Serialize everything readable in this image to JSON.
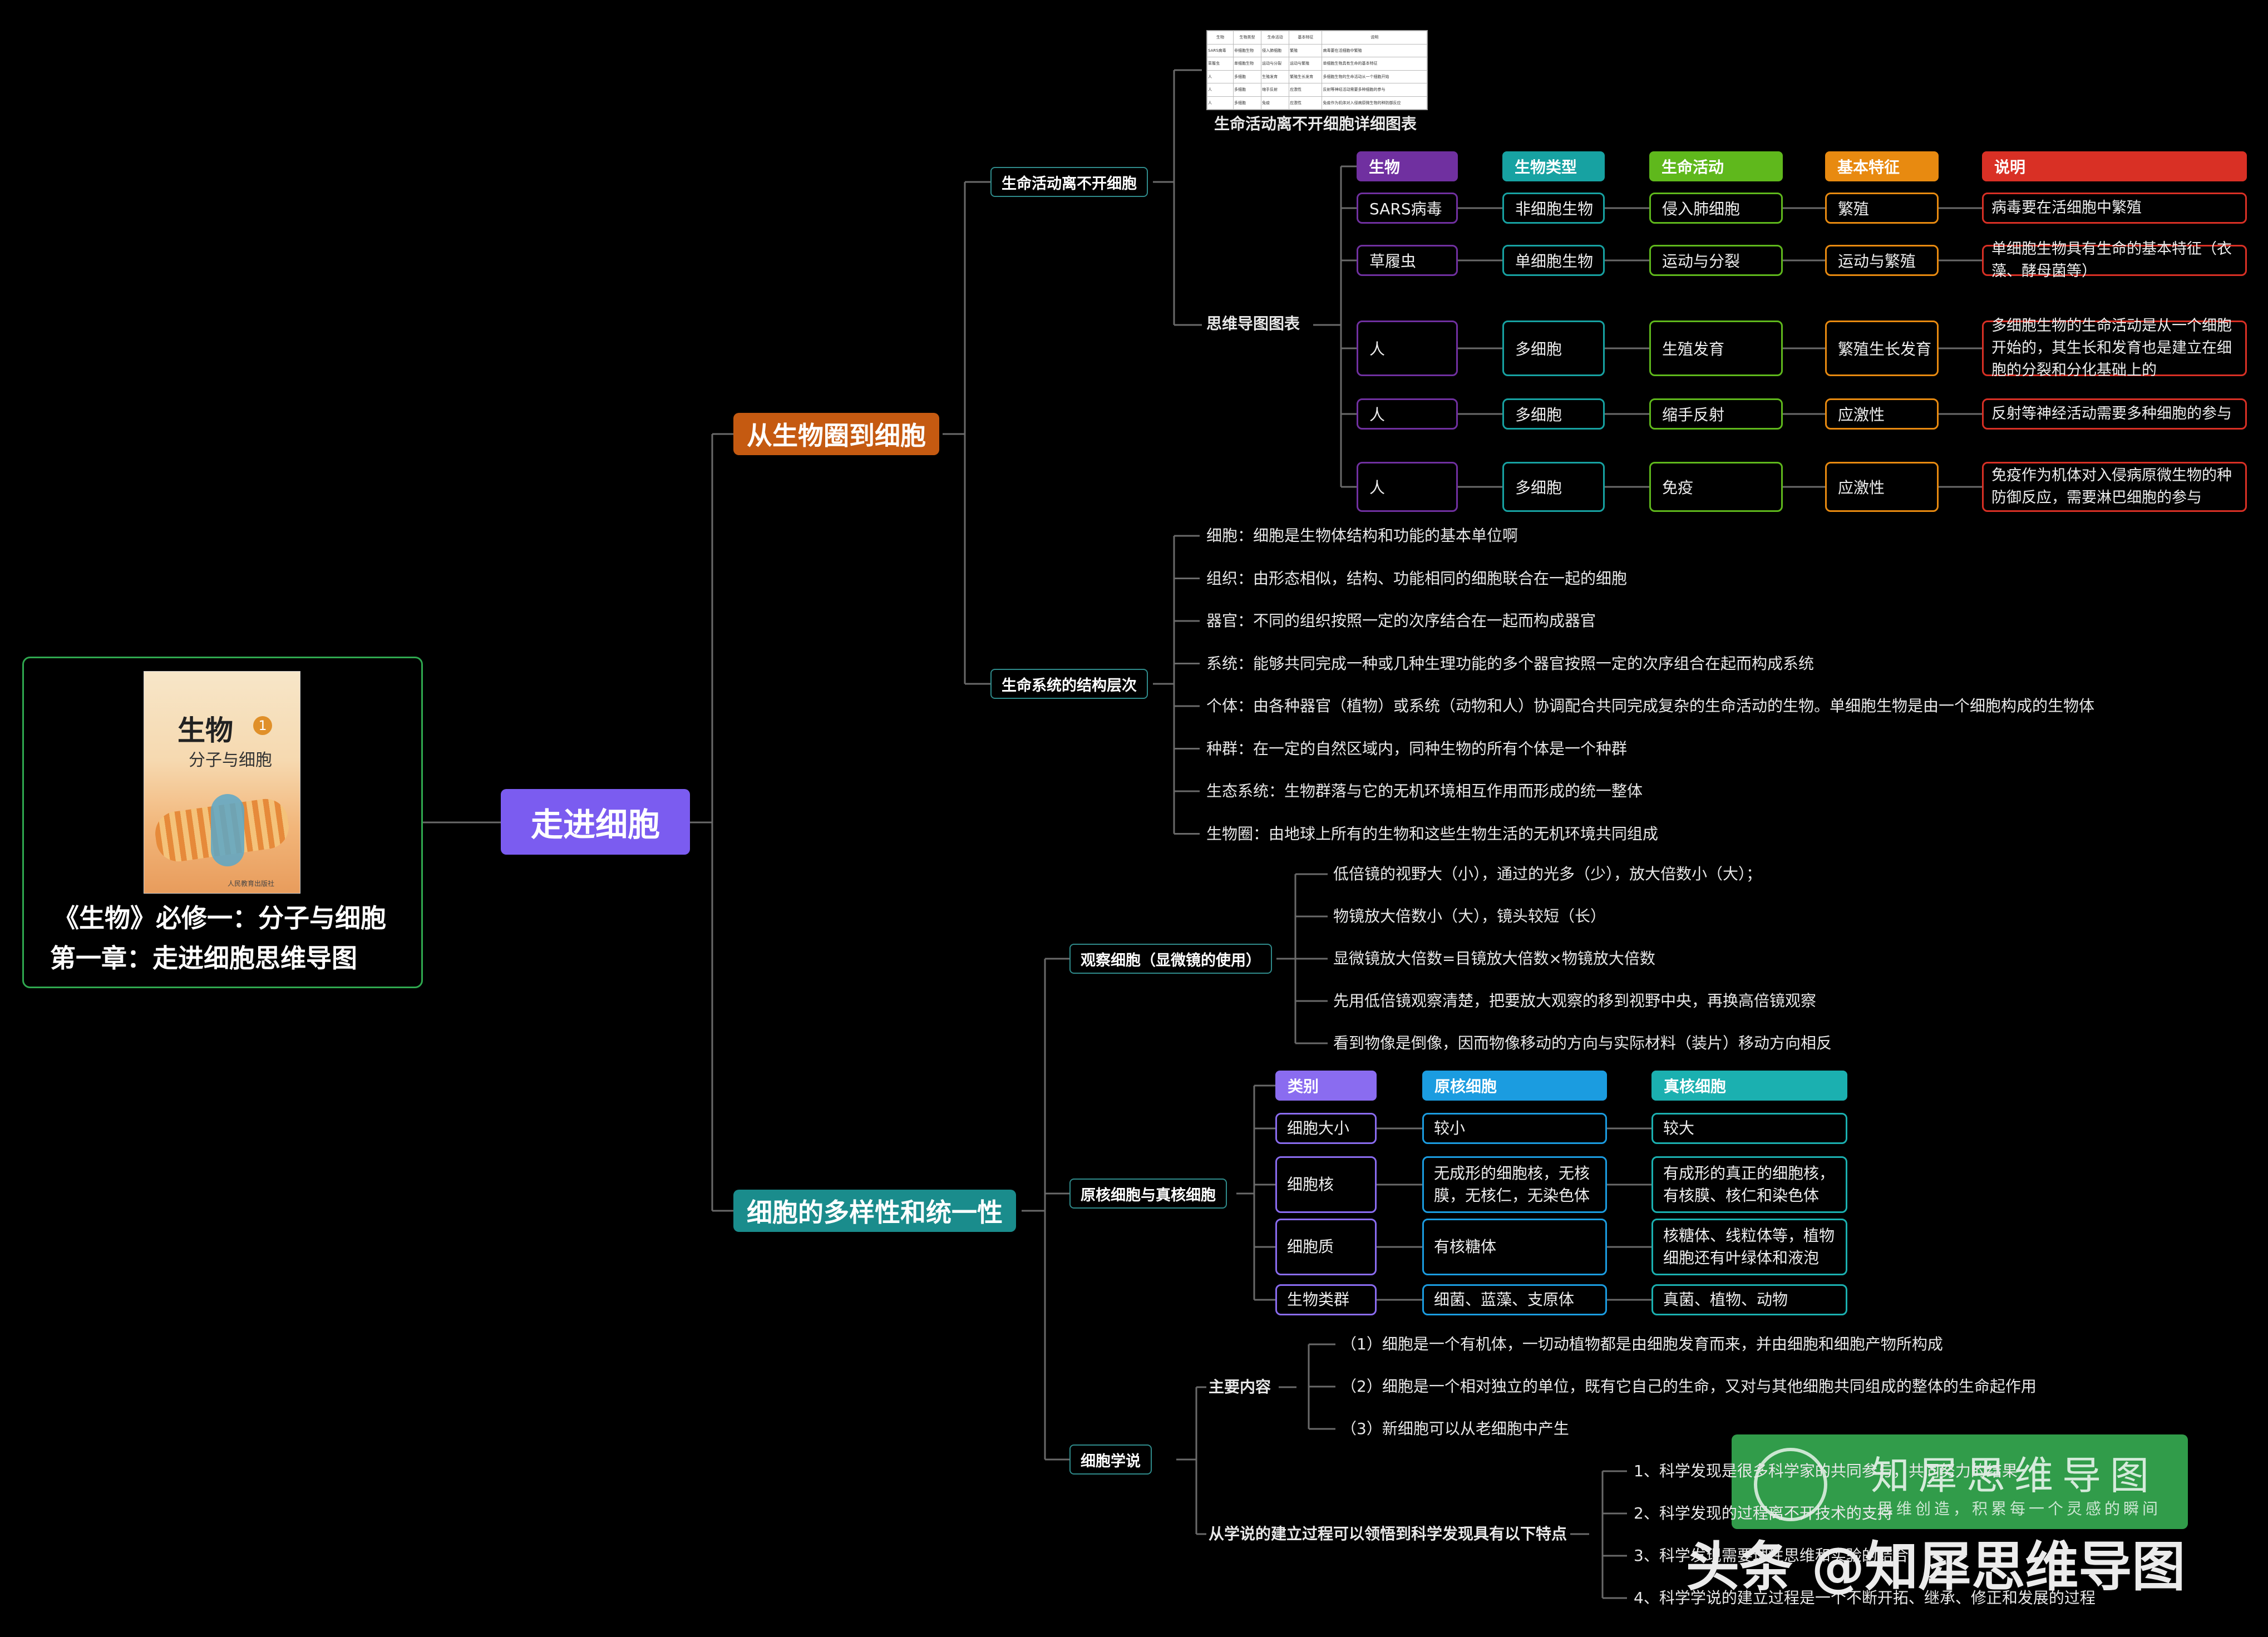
{
  "root": {
    "label": "走进细胞",
    "book_caption_line1": "《生物》必修一：分子与细胞",
    "book_caption_line2": "第一章：走进细胞思维导图",
    "book_cover": {
      "title": "生物",
      "volume": "1",
      "subtitle": "分子与细胞",
      "publisher": "人民教育出版社"
    }
  },
  "colors": {
    "root": "#7b5cf0",
    "from_biosphere": "#c55a11",
    "diversity": "#1a8c8c",
    "purple": "#7030a0",
    "teal": "#17a2a2",
    "green": "#5fb81c",
    "orange": "#e88a10",
    "red": "#d93025",
    "lavender": "#8a6cf0",
    "blue": "#1b9ce0",
    "cyan": "#1bb0b0",
    "frame_green": "#2fa84f"
  },
  "branch1": {
    "label": "从生物圈到细胞",
    "sub1": {
      "label": "生命活动离不开细胞",
      "image_caption": "生命活动离不开细胞详细图表",
      "mini_table": [
        [
          "生物",
          "生物类型",
          "生命活动",
          "基本特征",
          "说明"
        ],
        [
          "SARS病毒",
          "非细胞生物",
          "侵入肺细胞",
          "繁殖",
          "病毒要在活细胞中繁殖"
        ],
        [
          "草履虫",
          "单细胞生物",
          "运动与分裂",
          "运动与繁殖",
          "单细胞生物具有生命的基本特征"
        ],
        [
          "人",
          "多细胞",
          "生殖发育",
          "繁殖生长发育",
          "多细胞生物的生命活动从一个细胞开始"
        ],
        [
          "人",
          "多细胞",
          "缩手反射",
          "应激性",
          "反射等神经活动需要多种细胞的参与"
        ],
        [
          "人",
          "多细胞",
          "免疫",
          "应激性",
          "免疫作为机体对入侵病原微生物的种防御反应"
        ]
      ],
      "mindmap_label": "思维导图图表",
      "headers": [
        "生物",
        "生物类型",
        "生命活动",
        "基本特征",
        "说明"
      ],
      "rows": [
        [
          "SARS病毒",
          "非细胞生物",
          "侵入肺细胞",
          "繁殖",
          "病毒要在活细胞中繁殖"
        ],
        [
          "草履虫",
          "单细胞生物",
          "运动与分裂",
          "运动与繁殖",
          "单细胞生物具有生命的基本特征（衣藻、酵母菌等）"
        ],
        [
          "人",
          "多细胞",
          "生殖发育",
          "繁殖生长发育",
          "多细胞生物的生命活动是从一个细胞开始的，其生长和发育也是建立在细胞的分裂和分化基础上的"
        ],
        [
          "人",
          "多细胞",
          "缩手反射",
          "应激性",
          "反射等神经活动需要多种细胞的参与"
        ],
        [
          "人",
          "多细胞",
          "免疫",
          "应激性",
          "免疫作为机体对入侵病原微生物的种防御反应，需要淋巴细胞的参与"
        ]
      ]
    },
    "sub2": {
      "label": "生命系统的结构层次",
      "items": [
        "细胞：细胞是生物体结构和功能的基本单位啊",
        "组织：由形态相似，结构、功能相同的细胞联合在一起的细胞",
        "器官：不同的组织按照一定的次序结合在一起而构成器官",
        "系统：能够共同完成一种或几种生理功能的多个器官按照一定的次序组合在起而构成系统",
        "个体：由各种器官（植物）或系统（动物和人）协调配合共同完成复杂的生命活动的生物。单细胞生物是由一个细胞构成的生物体",
        "种群：在一定的自然区域内，同种生物的所有个体是一个种群",
        "生态系统：生物群落与它的无机环境相互作用而形成的统一整体",
        "生物圈：由地球上所有的生物和这些生物生活的无机环境共同组成"
      ]
    }
  },
  "branch2": {
    "label": "细胞的多样性和统一性",
    "microscope": {
      "label": "观察细胞（显微镜的使用）",
      "items": [
        "低倍镜的视野大（小），通过的光多（少），放大倍数小（大）；",
        "物镜放大倍数小（大），镜头较短（长）",
        "显微镜放大倍数=目镜放大倍数×物镜放大倍数",
        "先用低倍镜观察清楚，把要放大观察的移到视野中央，再换高倍镜观察",
        "看到物像是倒像，因而物像移动的方向与实际材料（装片）移动方向相反"
      ]
    },
    "pro_eu": {
      "label": "原核细胞与真核细胞",
      "headers": [
        "类别",
        "原核细胞",
        "真核细胞"
      ],
      "rows": [
        [
          "细胞大小",
          "较小",
          "较大"
        ],
        [
          "细胞核",
          "无成形的细胞核，无核膜，无核仁，无染色体",
          "有成形的真正的细胞核，有核膜、核仁和染色体"
        ],
        [
          "细胞质",
          "有核糖体",
          "核糖体、线粒体等，植物细胞还有叶绿体和液泡"
        ],
        [
          "生物类群",
          "细菌、蓝藻、支原体",
          "真菌、植物、动物"
        ]
      ]
    },
    "theory": {
      "label": "细胞学说",
      "main_label": "主要内容",
      "main_items": [
        "（1）细胞是一个有机体，一切动植物都是由细胞发育而来，并由细胞和细胞产物所构成",
        "（2）细胞是一个相对独立的单位，既有它自己的生命，又对与其他细胞共同组成的整体的生命起作用",
        "（3）新细胞可以从老细胞中产生"
      ],
      "insight_label": "从学说的建立过程可以领悟到科学发现具有以下特点",
      "insight_items": [
        "1、科学发现是很多科学家的共同参与，共同努力的结果",
        "2、科学发现的过程离不开技术的支持",
        "3、科学发现需要理性思维和实验的结合",
        "4、科学学说的建立过程是一个不断开拓、继承、修正和发展的过程"
      ]
    }
  },
  "watermark": {
    "brand": "知犀思维导图",
    "slogan": "思维创造，积累每一个灵感的瞬间",
    "credit": "头条 @知犀思维导图"
  }
}
